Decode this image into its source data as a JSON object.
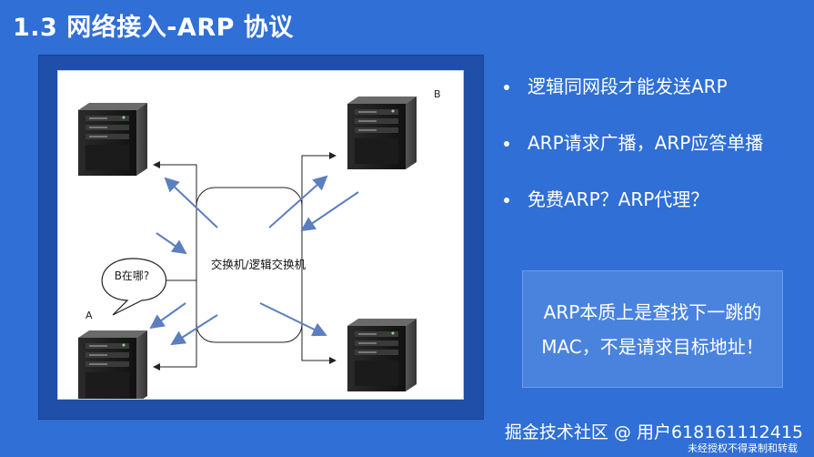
{
  "title": "1.3 网络接入-ARP 协议",
  "diagram": {
    "switch_label": "交换机/逻辑交换机",
    "bubble_text": "B在哪?",
    "node_a_label": "A",
    "node_b_label": "B"
  },
  "bullets": [
    "逻辑同网段才能发送ARP",
    "ARP请求广播，ARP应答单播",
    "免费ARP？ARP代理？"
  ],
  "note_box": {
    "line1": "ARP本质上是查找下一跳的",
    "line2": "MAC，不是请求目标地址！"
  },
  "watermark": {
    "main": "掘金技术社区 @ 用户618161112415",
    "sub": "未经授权不得录制和转载"
  },
  "colors": {
    "background": "#2f6fd6",
    "frame": "#1f4fa8",
    "note_box": "#4a83de",
    "arrow_blue": "#5b7fbf"
  }
}
